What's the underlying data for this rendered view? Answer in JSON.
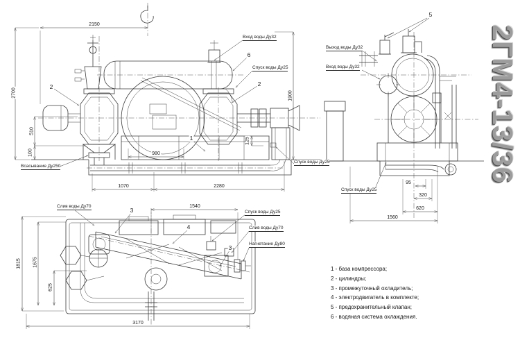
{
  "title": {
    "model": "2ГМ4-13/36"
  },
  "legend": {
    "items": [
      "1 - база компрессора;",
      "2 - цилиндры;",
      "3 - промежуточный охладитель;",
      "4 - электродвигатель в комплекте;",
      "5 - предохранительный клапан;",
      "6 - водяная система охлаждения."
    ]
  },
  "front_view": {
    "dims": {
      "top_width": "2150",
      "total_height": "2700",
      "right_height": "1900",
      "suction_height": "510",
      "pit_depth": "100",
      "bolt_span": "980",
      "base_left": "1070",
      "base_right": "2280",
      "shaft_offset": "125"
    },
    "labels": {
      "water_inlet": "Вход воды Ду32",
      "water_drain_top": "Спуск воды Ду25",
      "suction": "Всасывание Ду250",
      "water_drain_right": "Спуск воды Ду25"
    },
    "balloons": {
      "cylinder_left": "2",
      "water_system": "6",
      "cylinder_right": "2",
      "base": "1"
    }
  },
  "side_view": {
    "dims": {
      "d95": "95",
      "d320": "320",
      "d620": "620",
      "d1560": "1560"
    },
    "labels": {
      "water_outlet": "Выход воды Ду32",
      "water_inlet": "Вход воды Ду32",
      "water_drain": "Спуск воды Ду25"
    },
    "balloons": {
      "safety_valve": "5"
    }
  },
  "plan_view": {
    "dims": {
      "d1540": "1540",
      "d1815": "1815",
      "d1675": "1675",
      "d625": "625",
      "d3170": "3170"
    },
    "labels": {
      "water_drain70_left": "Слив воды Ду70",
      "water_drain25": "Спуск воды Ду25",
      "water_drain70_right": "Слив воды Ду70",
      "discharge": "Нагнетание Ду80"
    },
    "balloons": {
      "cooler_top": "3",
      "motor": "4",
      "cooler_bottom": "3"
    }
  },
  "colors": {
    "line": "#3a3a3a",
    "title": "#9c9c9c",
    "background": "#ffffff"
  }
}
